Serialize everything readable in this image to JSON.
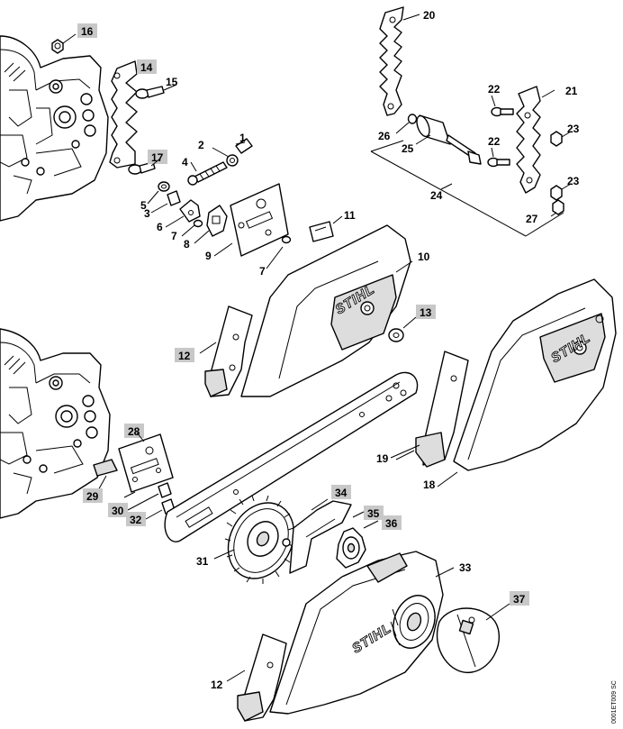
{
  "diagram": {
    "doc_code": "0001ET009 SC",
    "brand_marks": [
      "STIHL",
      "STIHL",
      "STIHL"
    ],
    "labels": [
      {
        "id": "16",
        "text": "16",
        "highlight": true
      },
      {
        "id": "14",
        "text": "14",
        "highlight": true
      },
      {
        "id": "15",
        "text": "15",
        "highlight": false
      },
      {
        "id": "17",
        "text": "17",
        "highlight": true
      },
      {
        "id": "1",
        "text": "1",
        "highlight": false
      },
      {
        "id": "2",
        "text": "2",
        "highlight": false
      },
      {
        "id": "4",
        "text": "4",
        "highlight": false
      },
      {
        "id": "5",
        "text": "5",
        "highlight": false
      },
      {
        "id": "3",
        "text": "3",
        "highlight": false
      },
      {
        "id": "6",
        "text": "6",
        "highlight": false
      },
      {
        "id": "7a",
        "text": "7",
        "highlight": false
      },
      {
        "id": "8",
        "text": "8",
        "highlight": false
      },
      {
        "id": "9",
        "text": "9",
        "highlight": false
      },
      {
        "id": "7b",
        "text": "7",
        "highlight": false
      },
      {
        "id": "11",
        "text": "11",
        "highlight": false
      },
      {
        "id": "10",
        "text": "10",
        "highlight": false
      },
      {
        "id": "13",
        "text": "13",
        "highlight": true
      },
      {
        "id": "12a",
        "text": "12",
        "highlight": true
      },
      {
        "id": "20",
        "text": "20",
        "highlight": false
      },
      {
        "id": "21",
        "text": "21",
        "highlight": false
      },
      {
        "id": "22a",
        "text": "22",
        "highlight": false
      },
      {
        "id": "22b",
        "text": "22",
        "highlight": false
      },
      {
        "id": "23a",
        "text": "23",
        "highlight": false
      },
      {
        "id": "23b",
        "text": "23",
        "highlight": false
      },
      {
        "id": "26",
        "text": "26",
        "highlight": false
      },
      {
        "id": "25",
        "text": "25",
        "highlight": false
      },
      {
        "id": "24",
        "text": "24",
        "highlight": false
      },
      {
        "id": "27",
        "text": "27",
        "highlight": false
      },
      {
        "id": "28",
        "text": "28",
        "highlight": true
      },
      {
        "id": "29",
        "text": "29",
        "highlight": true
      },
      {
        "id": "30",
        "text": "30",
        "highlight": true
      },
      {
        "id": "32",
        "text": "32",
        "highlight": true
      },
      {
        "id": "19",
        "text": "19",
        "highlight": false
      },
      {
        "id": "18",
        "text": "18",
        "highlight": false
      },
      {
        "id": "34",
        "text": "34",
        "highlight": true
      },
      {
        "id": "35",
        "text": "35",
        "highlight": true
      },
      {
        "id": "36",
        "text": "36",
        "highlight": true
      },
      {
        "id": "31",
        "text": "31",
        "highlight": false
      },
      {
        "id": "33",
        "text": "33",
        "highlight": false
      },
      {
        "id": "37",
        "text": "37",
        "highlight": true
      },
      {
        "id": "12b",
        "text": "12",
        "highlight": false
      }
    ]
  }
}
